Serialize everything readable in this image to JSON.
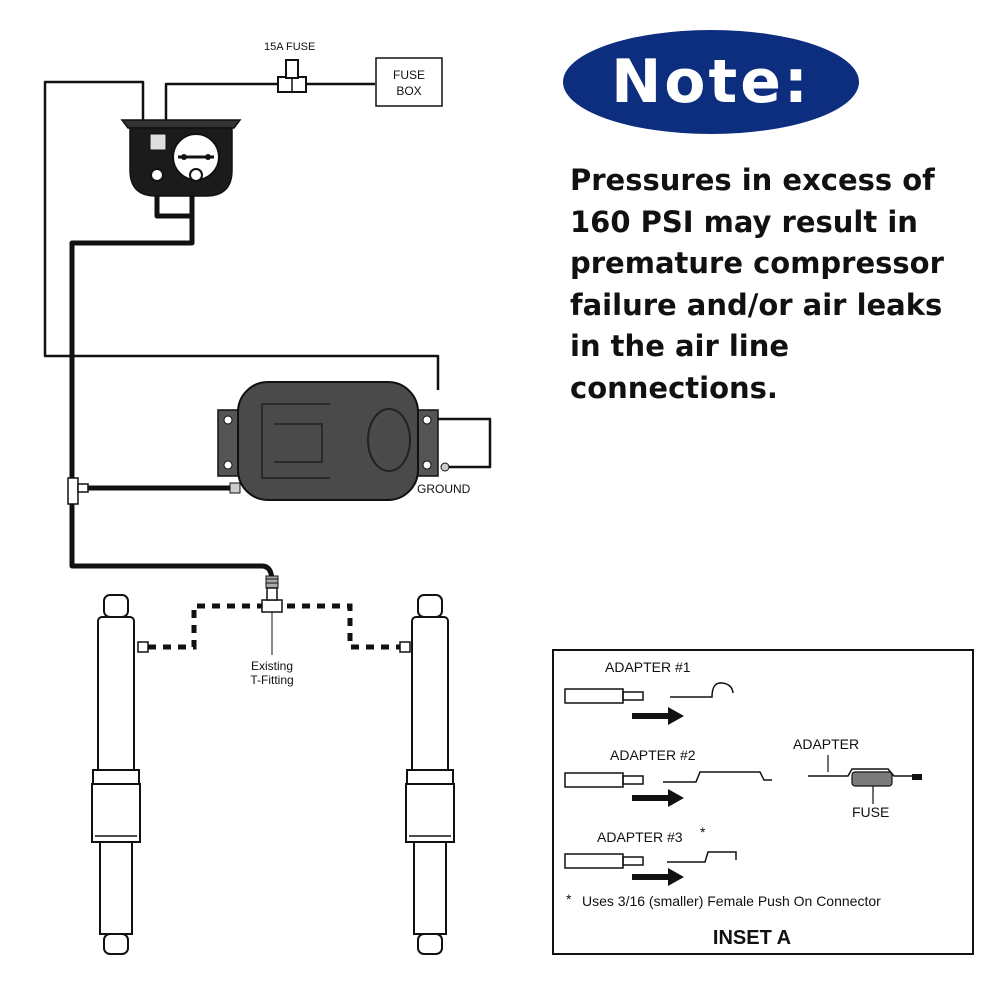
{
  "colors": {
    "note_badge": "#0d2d7e",
    "line": "#111111",
    "compressor_body": "#4a4a4a"
  },
  "note": {
    "title": "Note:",
    "text": "Pressures in excess of 160 PSI may result in premature compressor failure and/or air leaks in the air line connections."
  },
  "labels": {
    "fuse_15a": "15A FUSE",
    "fuse_box_line1": "FUSE",
    "fuse_box_line2": "BOX",
    "ground": "GROUND",
    "existing_line1": "Existing",
    "existing_line2": "T-Fitting"
  },
  "inset": {
    "adapter1": "ADAPTER #1",
    "adapter2": "ADAPTER #2",
    "adapter3": "ADAPTER #3",
    "adapter3_star": "*",
    "adapter_fuse_top": "ADAPTER",
    "adapter_fuse_bottom": "FUSE",
    "footnote_star": "*",
    "footnote": "Uses 3/16 (smaller) Female Push On Connector",
    "title": "INSET A"
  }
}
